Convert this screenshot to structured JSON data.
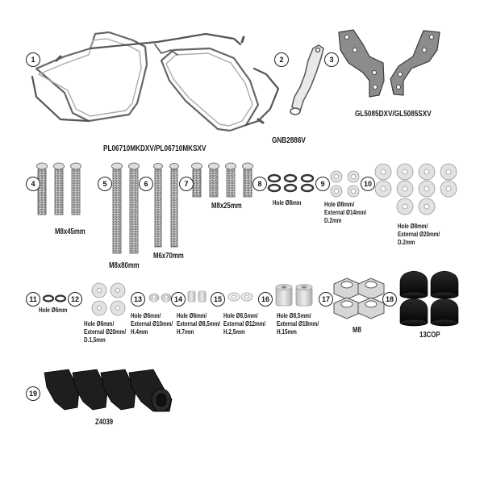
{
  "parts": [
    {
      "number": "1",
      "label": "PL06710MKDXV/PL06710MKSXV"
    },
    {
      "number": "2",
      "label": "GNB2886V"
    },
    {
      "number": "3",
      "label": "GL5085DXV/GL5085SXV"
    },
    {
      "number": "4",
      "label": "M8x45mm"
    },
    {
      "number": "5",
      "label": "M8x80mm"
    },
    {
      "number": "6",
      "label": "M6x70mm"
    },
    {
      "number": "7",
      "label": "M8x25mm"
    },
    {
      "number": "8",
      "label": "Hole Ø8mm"
    },
    {
      "number": "9",
      "label_lines": [
        "Hole Ø8mm/",
        "External Ø14mm/",
        "D.2mm"
      ]
    },
    {
      "number": "10",
      "label_lines": [
        "Hole Ø8mm/",
        "External Ø20mm/",
        "D.2mm"
      ]
    },
    {
      "number": "11",
      "label": "Hole Ø6mm"
    },
    {
      "number": "12",
      "label_lines": [
        "Hole Ø6mm/",
        "External Ø20mm/",
        "D.1,5mm"
      ]
    },
    {
      "number": "13",
      "label_lines": [
        "Hole Ø6mm/",
        "External Ø10mm/",
        "H.4mm"
      ]
    },
    {
      "number": "14",
      "label_lines": [
        "Hole Ø6mm/",
        "External Ø8,5mm/",
        "H.7mm"
      ]
    },
    {
      "number": "15",
      "label_lines": [
        "Hole Ø8,5mm/",
        "External Ø12mm/",
        "H.2,5mm"
      ]
    },
    {
      "number": "16",
      "label_lines": [
        "Hole Ø8,5mm/",
        "External Ø18mm/",
        "H.15mm"
      ]
    },
    {
      "number": "17",
      "label": "M8"
    },
    {
      "number": "18",
      "label": "13COP"
    },
    {
      "number": "19",
      "label": "Z4039"
    }
  ]
}
